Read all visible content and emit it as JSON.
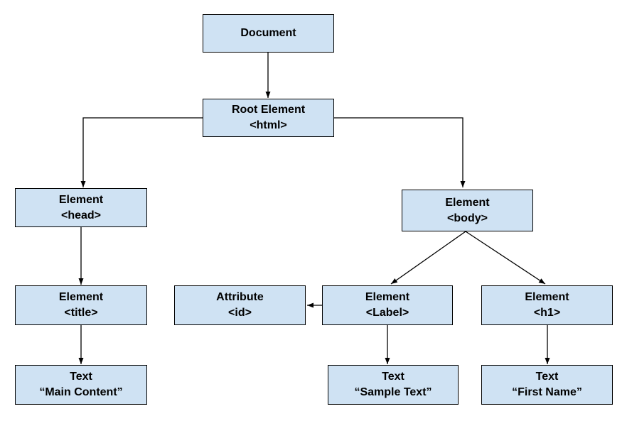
{
  "diagram": {
    "kind": "dom-tree",
    "colors": {
      "node_fill": "#cfe2f3",
      "node_border": "#000000",
      "arrow": "#000000",
      "text": "#000000",
      "background": "#ffffff"
    },
    "nodes": {
      "document": {
        "line1": "Document"
      },
      "root": {
        "line1": "Root Element",
        "line2": "<html>"
      },
      "head": {
        "line1": "Element",
        "line2": "<head>"
      },
      "body": {
        "line1": "Element",
        "line2": "<body>"
      },
      "title": {
        "line1": "Element",
        "line2": "<title>"
      },
      "attribute_id": {
        "line1": "Attribute",
        "line2": "<id>"
      },
      "label": {
        "line1": "Element",
        "line2": "<Label>"
      },
      "h1": {
        "line1": "Element",
        "line2": "<h1>"
      },
      "text_main": {
        "line1": "Text",
        "line2": "“Main Content”"
      },
      "text_sample": {
        "line1": "Text",
        "line2": "“Sample Text”"
      },
      "text_first": {
        "line1": "Text",
        "line2": "“First Name”"
      }
    },
    "edges": [
      {
        "from": "document",
        "to": "root"
      },
      {
        "from": "root",
        "to": "head"
      },
      {
        "from": "root",
        "to": "body"
      },
      {
        "from": "head",
        "to": "title"
      },
      {
        "from": "title",
        "to": "text_main"
      },
      {
        "from": "body",
        "to": "label"
      },
      {
        "from": "body",
        "to": "h1"
      },
      {
        "from": "label",
        "to": "attribute_id"
      },
      {
        "from": "label",
        "to": "text_sample"
      },
      {
        "from": "h1",
        "to": "text_first"
      }
    ]
  }
}
